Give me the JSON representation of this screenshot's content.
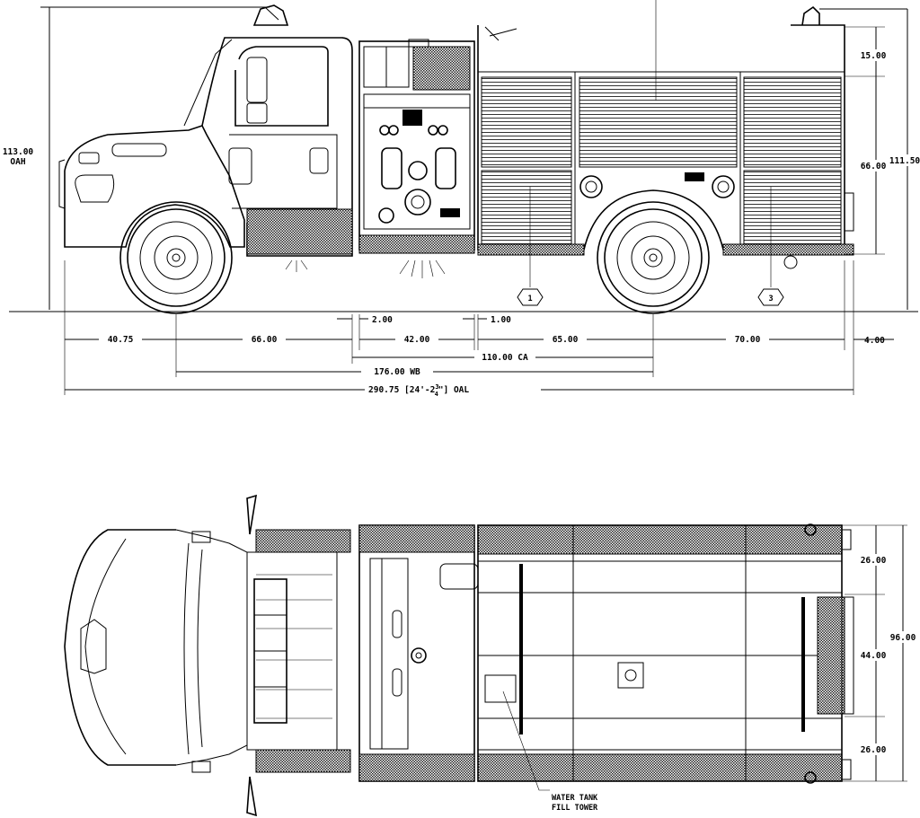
{
  "side_view": {
    "dimensions": {
      "oah_value": "113.00",
      "oah_label": "OAH",
      "height_total": "111.50",
      "top_offset": "15.00",
      "compartment_height": "66.00",
      "front_overhang": "40.75",
      "cab_length": "66.00",
      "gap_cab_pump": "2.00",
      "pump_length": "42.00",
      "gap_pump_body": "1.00",
      "body_front": "65.00",
      "body_rear": "70.00",
      "rear_overhang": "4.00",
      "cab_to_axle": "110.00 CA",
      "wheelbase": "176.00 WB",
      "overall_length": "290.75 [24'-2",
      "overall_length_frac_num": "3",
      "overall_length_frac_den": "4",
      "overall_length_suffix": "\"] OAL"
    },
    "callouts": [
      "1",
      "3"
    ]
  },
  "top_view": {
    "dimensions": {
      "width_total": "96.00",
      "side_upper": "26.00",
      "center": "44.00",
      "side_lower": "26.00"
    },
    "notes": {
      "fill_tower_line1": "WATER TANK",
      "fill_tower_line2": "FILL TOWER"
    }
  }
}
